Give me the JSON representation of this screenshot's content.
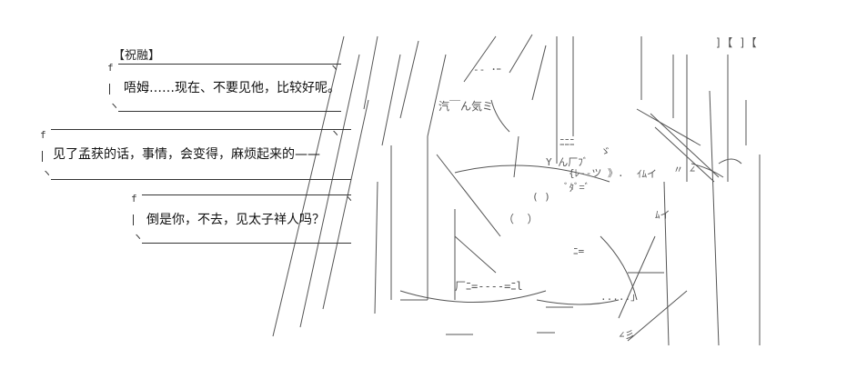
{
  "speaker": "【祝融】",
  "dialogue": [
    "唔姆……现在、不要见他，比较好呢。",
    "见了孟获的话，事情，会变得，麻烦起来的——",
    "倒是你，不去，见太子祥人吗？"
  ],
  "art_fragments": {
    "steam": "汽￣ん気ミ",
    "brackets_right": "]【 ]【",
    "paren": "（  ）",
    "tray": "厂ﾆ=-‐‐-=ﾆl"
  }
}
